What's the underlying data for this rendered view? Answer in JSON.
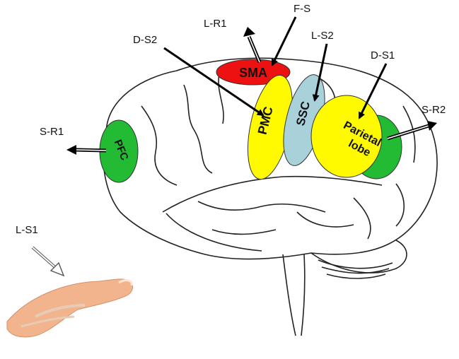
{
  "labels": {
    "fs": "F-S",
    "lr1": "L-R1",
    "ds2": "D-S2",
    "ls2": "L-S2",
    "ds1": "D-S1",
    "sr2": "S-R2",
    "sr1": "S-R1",
    "ls1": "L-S1"
  },
  "regions": {
    "sma": "SMA",
    "pmc": "PMC",
    "ssc": "SSC",
    "pfc": "PFC",
    "parietal_line1": "Parietal",
    "parietal_line2": "lobe"
  },
  "colors": {
    "sma": "#ee1111",
    "pmc": "#fffa00",
    "ssc": "#a9d1da",
    "pfc": "#22bb33",
    "parietal": "#fffa00",
    "parietal_green": "#22bb33",
    "hand": "#f2b48c"
  }
}
